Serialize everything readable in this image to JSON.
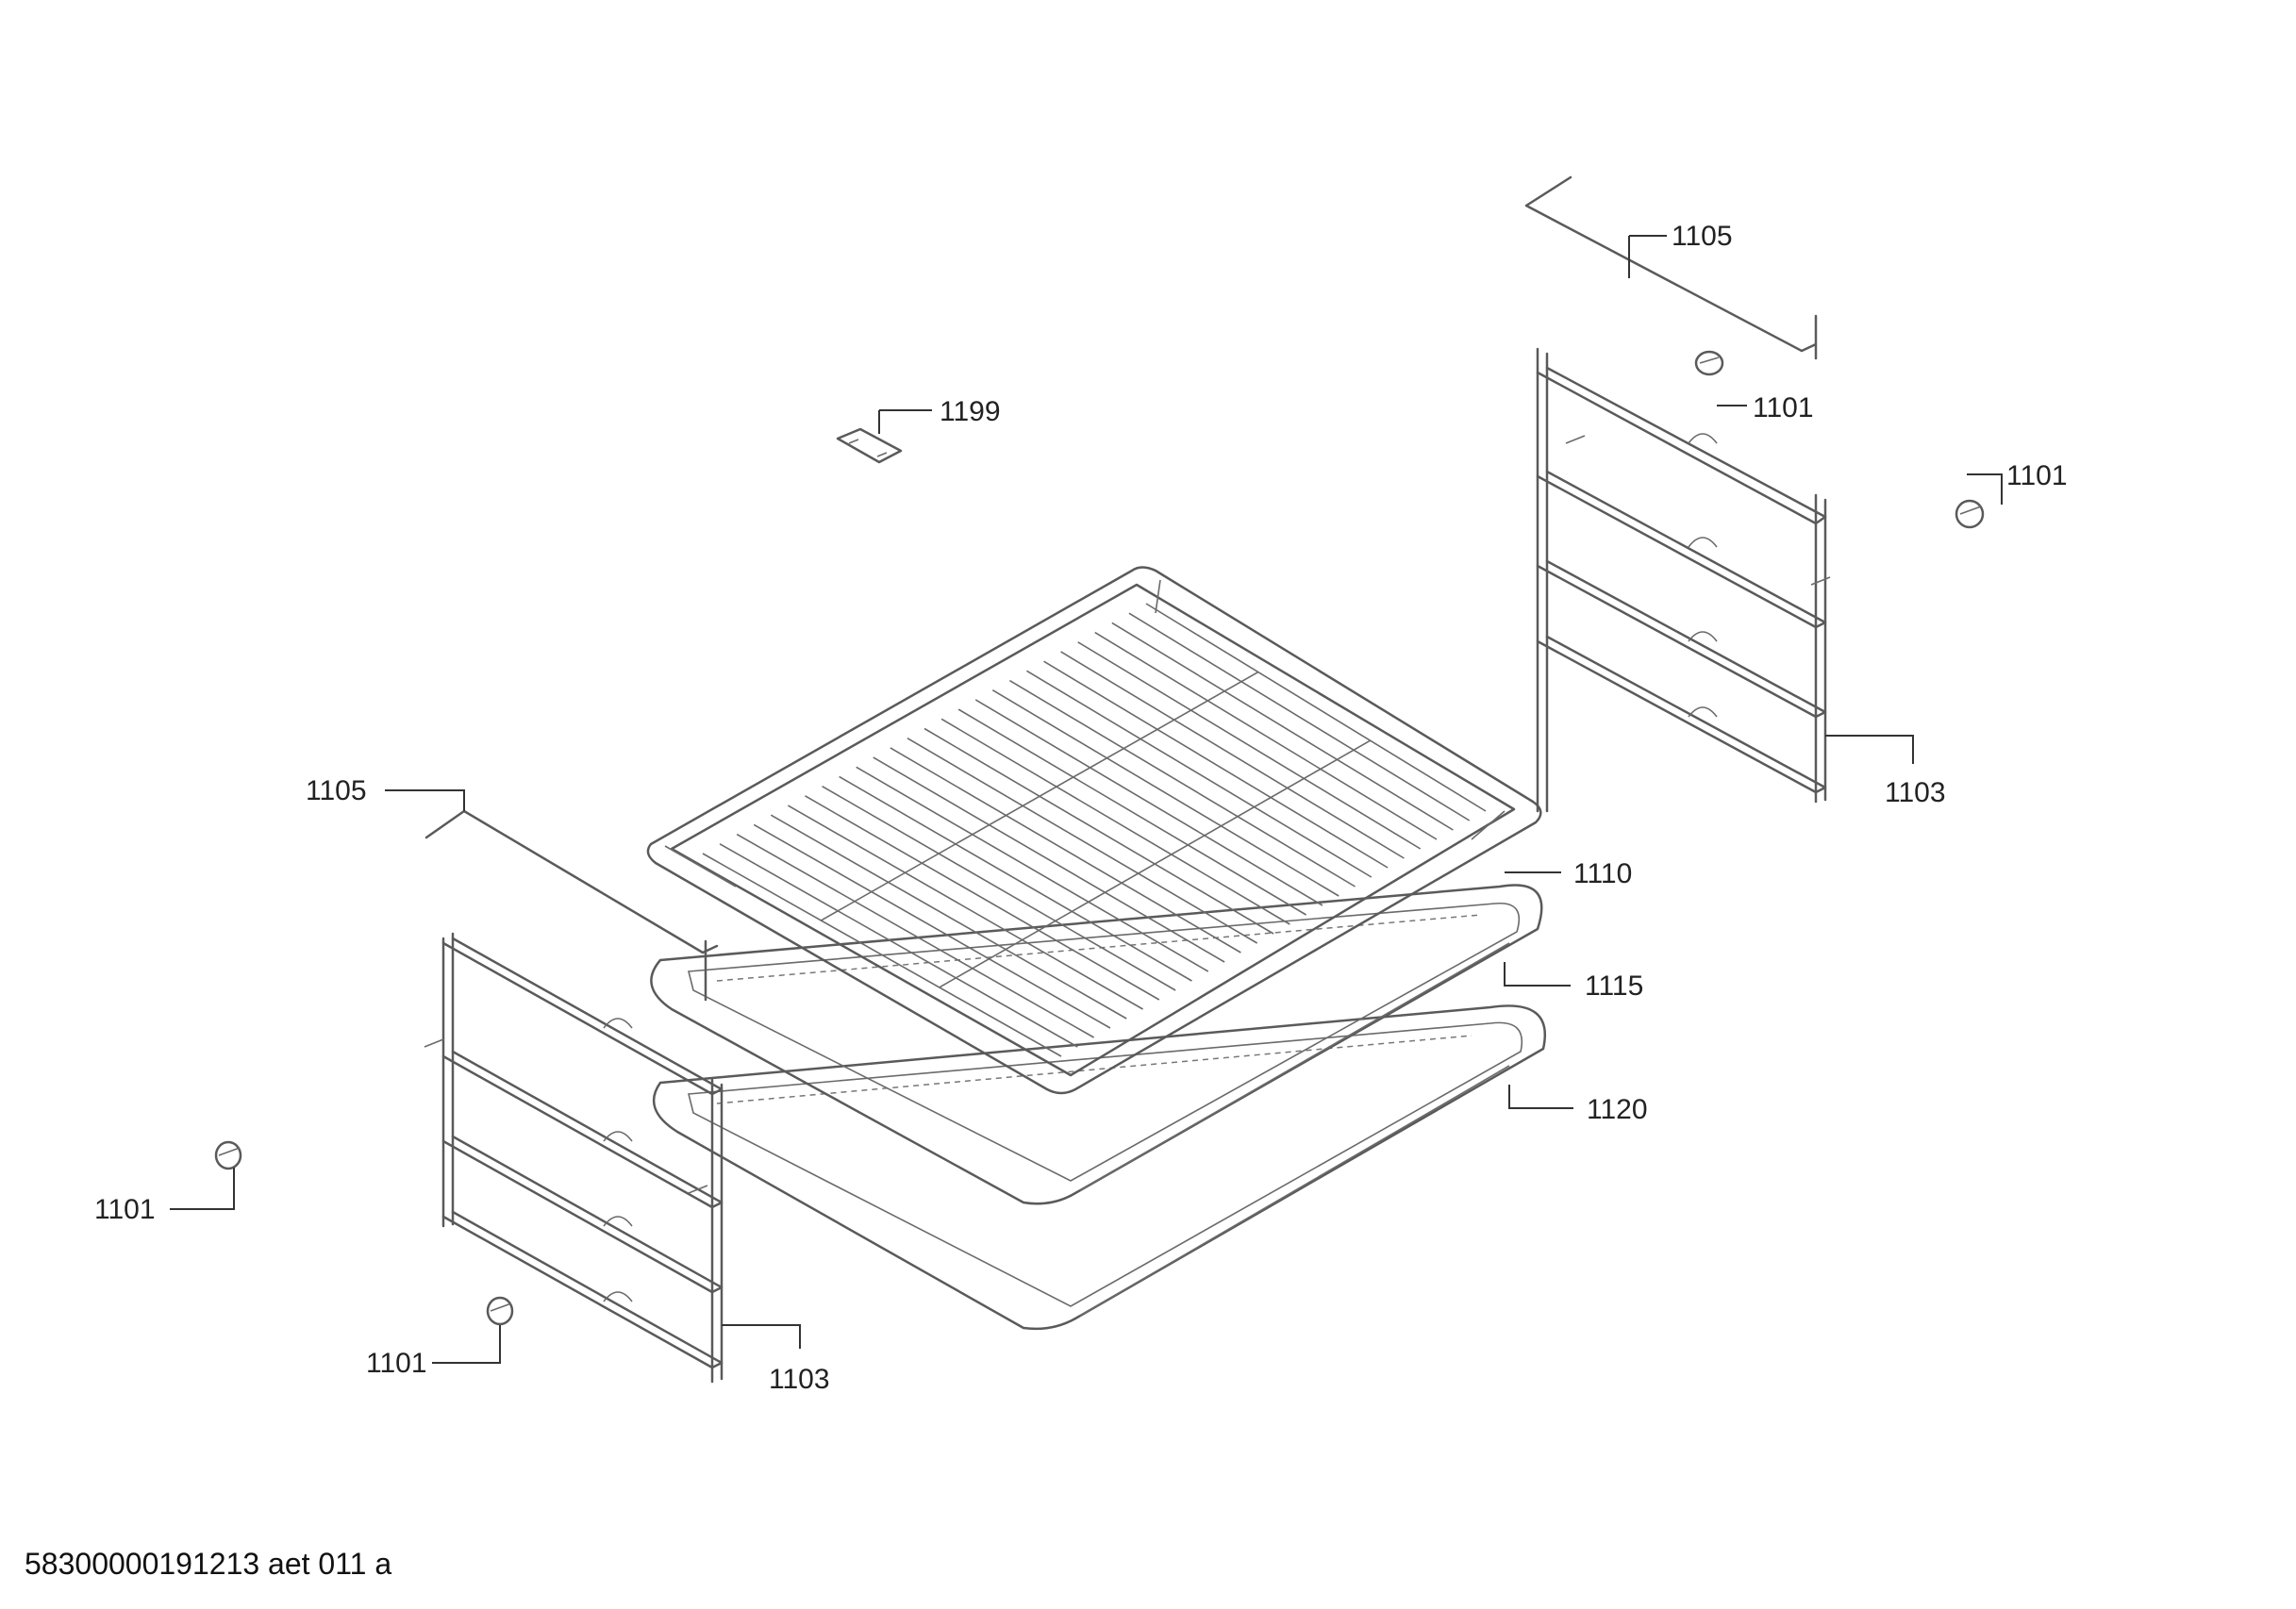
{
  "document": {
    "id": "58300000191213 aet 011 a"
  },
  "parts": {
    "p1105_top": "1105",
    "p1101_top": "1101",
    "p1101_right": "1101",
    "p1199": "1199",
    "p1103_right": "1103",
    "p1110": "1110",
    "p1115": "1115",
    "p1120": "1120",
    "p1105_left": "1105",
    "p1101_left": "1101",
    "p1101_bottom": "1101",
    "p1103_left": "1103"
  }
}
